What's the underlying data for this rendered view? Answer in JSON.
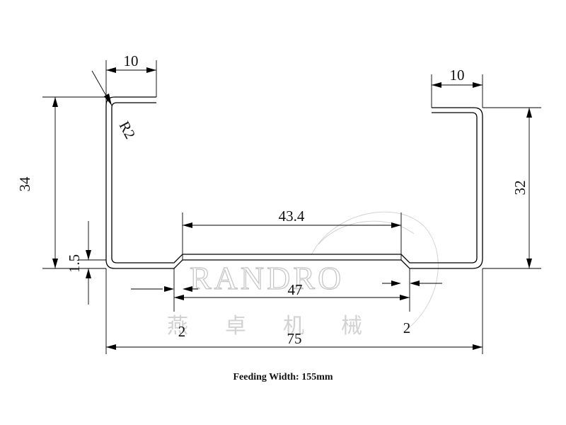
{
  "dimensions": {
    "left_flange": "10",
    "right_flange": "10",
    "radius": "R2",
    "left_height": "34",
    "right_height": "32",
    "step_height": "1.5",
    "bottom_flat": "43.4",
    "web_width": "47",
    "left_offset": "2",
    "right_offset": "2",
    "total_width": "75"
  },
  "watermark": {
    "brand": "RANDRO",
    "chinese": [
      "燕",
      "卓",
      "机",
      "械"
    ]
  },
  "caption": "Feeding Width: 155mm",
  "colors": {
    "line": "#000000",
    "watermark": "#c4c4c4"
  }
}
